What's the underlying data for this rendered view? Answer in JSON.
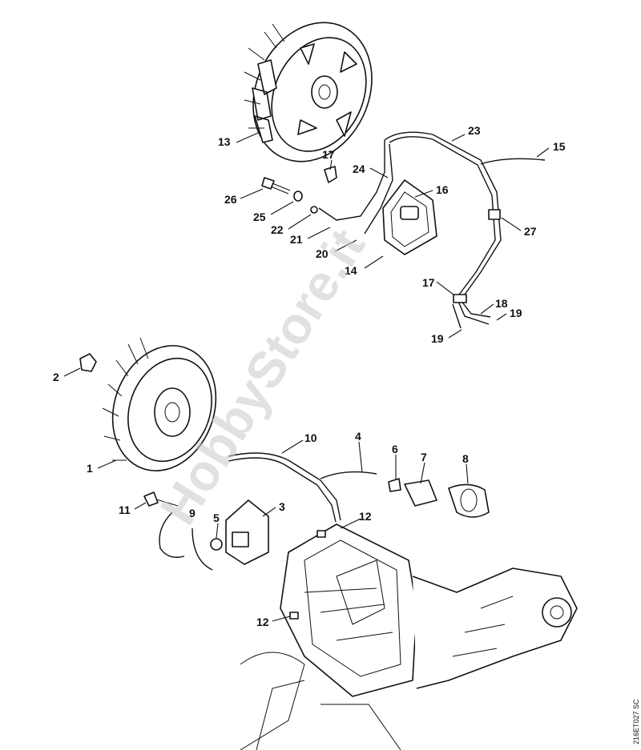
{
  "watermark": "HobbyStore.it",
  "drawing_ref": "216ET027 SC",
  "callouts": {
    "c1": "1",
    "c2": "2",
    "c3": "3",
    "c4": "4",
    "c5": "5",
    "c6": "6",
    "c7": "7",
    "c8": "8",
    "c10": "10",
    "c11": "11",
    "c12a": "12",
    "c12b": "12",
    "c13": "13",
    "c14": "14",
    "c15": "15",
    "c16": "16",
    "c17a": "17",
    "c17b": "17",
    "c18": "18",
    "c19a": "19",
    "c19b": "19",
    "c20": "20",
    "c21": "21",
    "c22": "22",
    "c23": "23",
    "c24": "24",
    "c25": "25",
    "c26": "26",
    "c27": "27",
    "c9": "9"
  }
}
